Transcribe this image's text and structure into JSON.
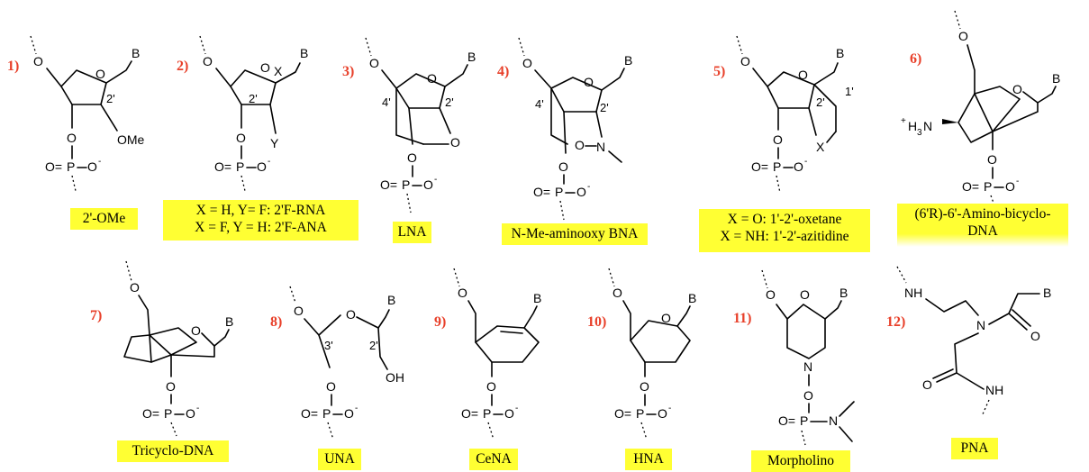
{
  "colors": {
    "number": "#e8402a",
    "label_bg": "#ffff33",
    "ink": "#000000"
  },
  "numbers": [
    "1)",
    "2)",
    "3)",
    "4)",
    "5)",
    "6)",
    "7)",
    "8)",
    "9)",
    "10)",
    "11)",
    "12)"
  ],
  "labels": {
    "l1": "2'-OMe",
    "l2a": "X = H, Y= F: 2'F-RNA",
    "l2b": "X = F, Y = H: 2'F-ANA",
    "l3": "LNA",
    "l4": "N-Me-aminooxy BNA",
    "l5a": "X = O: 1'-2'-oxetane",
    "l5b": "X = NH: 1'-2'-azitidine",
    "l6a": "(6'R)-6'-Amino-bicyclo-",
    "l6b": "DNA",
    "l7": "Tricyclo-DNA",
    "l8": "UNA",
    "l9": "CeNA",
    "l10": "HNA",
    "l11": "Morpholino",
    "l12": "PNA"
  },
  "atoms": {
    "O": "O",
    "B": "B",
    "P": "P",
    "Ominus": "O",
    "minus": "-",
    "OMe": "OMe",
    "X": "X",
    "Y": "Y",
    "N": "N",
    "NH": "NH",
    "OH": "OH",
    "H3N_plus": "+",
    "H3N_H": "H",
    "H3N_3": "3",
    "H3N_N": "N",
    "pos_2": "2'",
    "pos_3": "3'",
    "pos_4": "4'",
    "pos_1": "1'",
    "PO_eq": "O="
  }
}
